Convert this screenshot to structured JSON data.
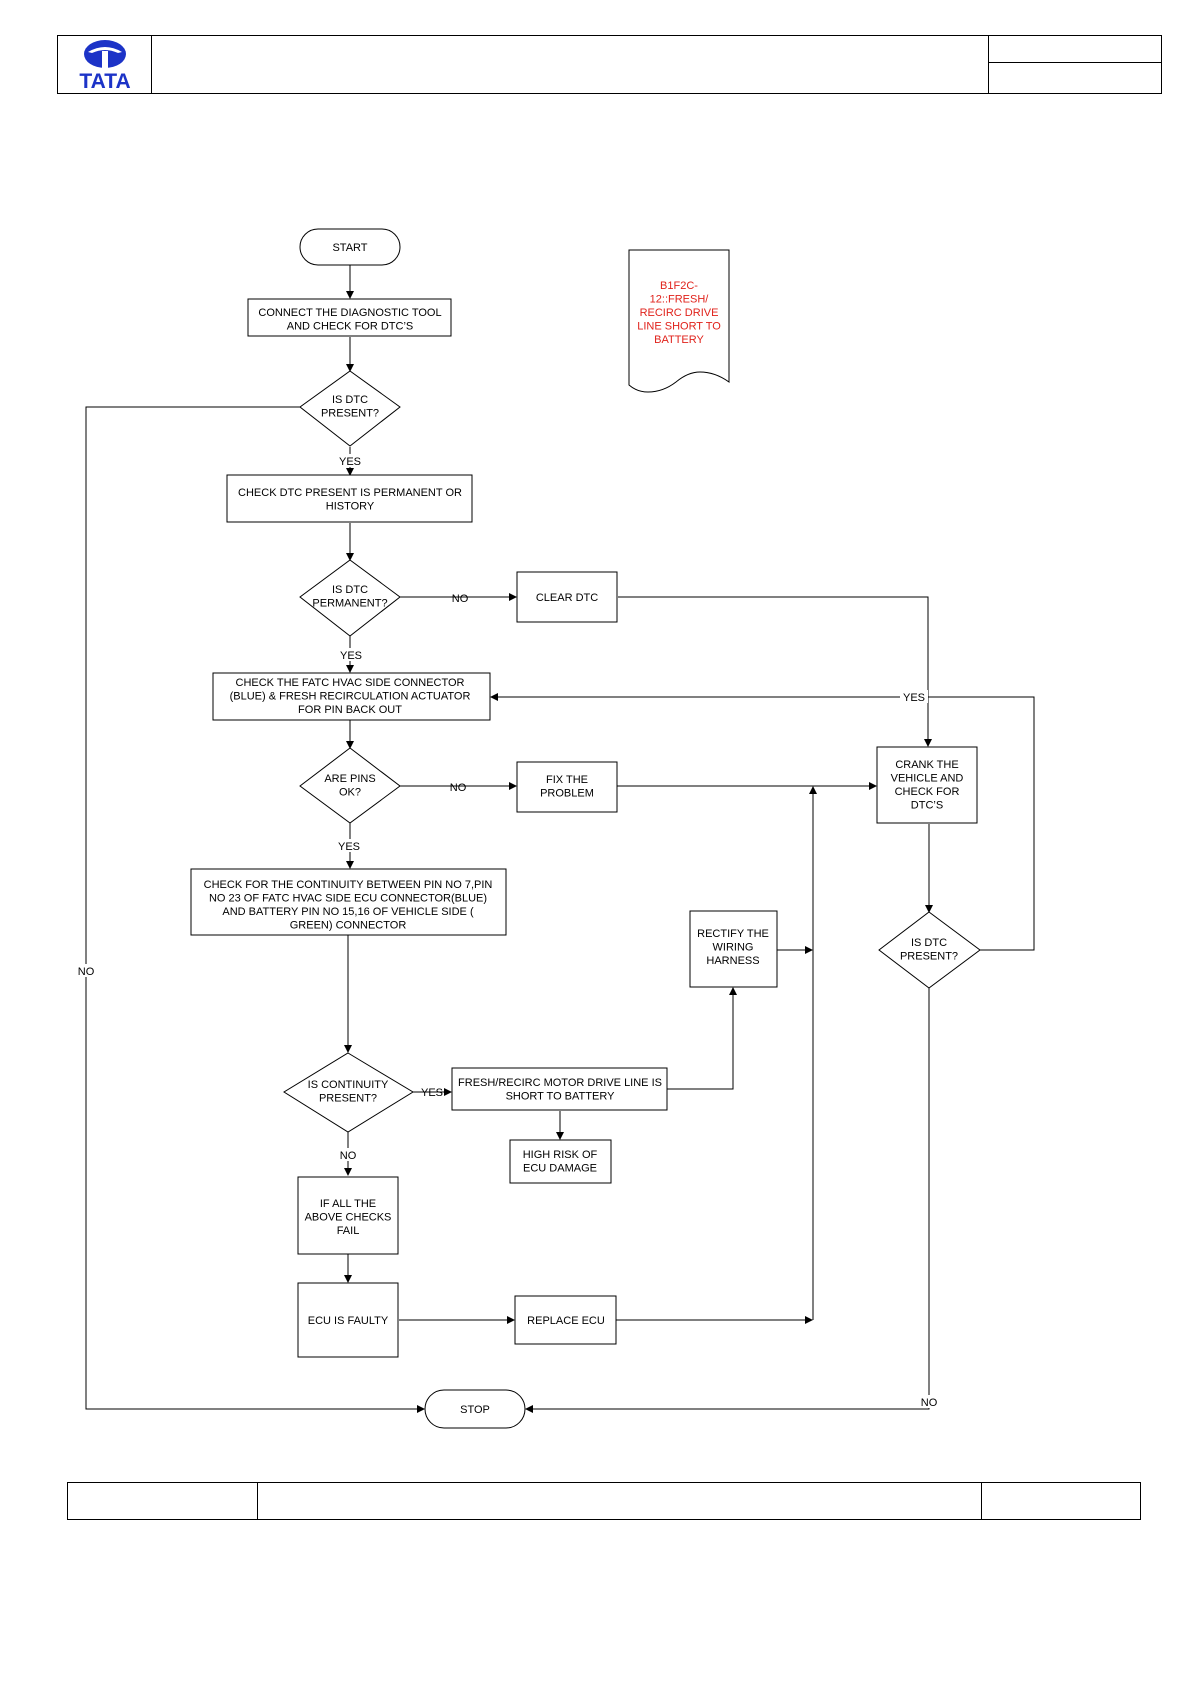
{
  "header": {
    "logo_text": "TATA",
    "brand_color": "#1c33c7"
  },
  "flowchart": {
    "start": "START",
    "stop": "STOP",
    "connect_tool": [
      "CONNECT THE DIAGNOSTIC TOOL",
      "AND CHECK FOR  DTC’S"
    ],
    "is_dtc_present_1": [
      "IS  DTC",
      "PRESENT?"
    ],
    "check_permanent": [
      "CHECK DTC  PRESENT IS PERMANENT OR",
      "HISTORY"
    ],
    "is_dtc_permanent": [
      "IS  DTC",
      "PERMANENT?"
    ],
    "clear_dtc": "CLEAR DTC",
    "check_connector": [
      "CHECK THE FATC HVAC SIDE CONNECTOR",
      "(BLUE) & FRESH RECIRCULATION ACTUATOR",
      "FOR PIN BACK OUT"
    ],
    "are_pins_ok": [
      "ARE PINS",
      "OK?"
    ],
    "fix_problem": [
      "FIX THE",
      "PROBLEM"
    ],
    "crank_vehicle": [
      "CRANK THE",
      "VEHICLE AND",
      "CHECK FOR",
      "DTC’S"
    ],
    "check_continuity": [
      "CHECK FOR THE CONTINUITY BETWEEN PIN NO 7,PIN",
      "NO 23 OF FATC HVAC SIDE ECU CONNECTOR(BLUE)",
      "AND  BATTERY   PIN NO 15,16 OF VEHICLE SIDE (",
      "GREEN) CONNECTOR"
    ],
    "rectify_harness": [
      "RECTIFY THE",
      "WIRING",
      "HARNESS"
    ],
    "is_dtc_present_2": [
      "IS  DTC",
      "PRESENT?"
    ],
    "is_continuity_present": [
      "IS CONTINUITY",
      "PRESENT?"
    ],
    "motor_short": [
      "FRESH/RECIRC MOTOR DRIVE LINE IS",
      "SHORT TO BATTERY"
    ],
    "high_risk": [
      "HIGH RISK OF",
      "ECU DAMAGE"
    ],
    "all_checks_fail": [
      "IF ALL THE",
      "ABOVE CHECKS",
      "FAIL"
    ],
    "ecu_faulty": "ECU IS FAULTY",
    "replace_ecu": "REPLACE ECU",
    "dtc_code": [
      "B1F2C-",
      "12::FRESH/",
      "RECIRC DRIVE",
      "LINE SHORT TO",
      "BATTERY"
    ],
    "dtc_code_color": "#e0221b",
    "labels": {
      "yes": "YES",
      "no": "NO"
    }
  }
}
